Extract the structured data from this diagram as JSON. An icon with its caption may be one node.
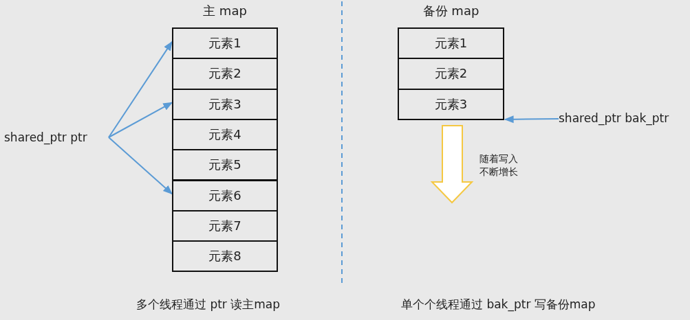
{
  "diagram": {
    "nodes": [
      {
        "text": [
          "主 map"
        ]
      },
      {
        "text": [
          "元素1"
        ],
        "in": 0
      },
      {
        "text": [
          "元素2"
        ],
        "in": 0
      },
      {
        "text": [
          "元素3"
        ],
        "in": 0
      },
      {
        "text": [
          "元素4"
        ],
        "in": 0
      },
      {
        "text": [
          "元素5"
        ],
        "in": 0
      },
      {
        "text": [
          "元素6"
        ],
        "in": 0
      },
      {
        "text": [
          "元素7"
        ],
        "in": 0
      },
      {
        "text": [
          "元素8"
        ],
        "in": 0
      },
      {
        "text": [
          "shared_ptr ptr"
        ]
      },
      {
        "text": [
          "备份 map"
        ]
      },
      {
        "text": [
          "元素1"
        ],
        "in": 10
      },
      {
        "text": [
          "元素2"
        ],
        "in": 10
      },
      {
        "text": [
          "元素3"
        ],
        "in": 10
      },
      {
        "text": [
          "shared_ptr bak_ptr"
        ]
      }
    ],
    "edges": [
      {
        "from": 9,
        "to": 1,
        "arrow": "to"
      },
      {
        "from": 9,
        "to": 3,
        "arrow": "to"
      },
      {
        "from": 9,
        "to": 6,
        "arrow": "to"
      },
      {
        "from": 14,
        "to": 13,
        "arrow": "to"
      }
    ],
    "labels": [
      "随着写入不断增长",
      "多个线程通过 ptr 读主map",
      "单个个线程通过 bak_ptr 写备份map"
    ]
  }
}
